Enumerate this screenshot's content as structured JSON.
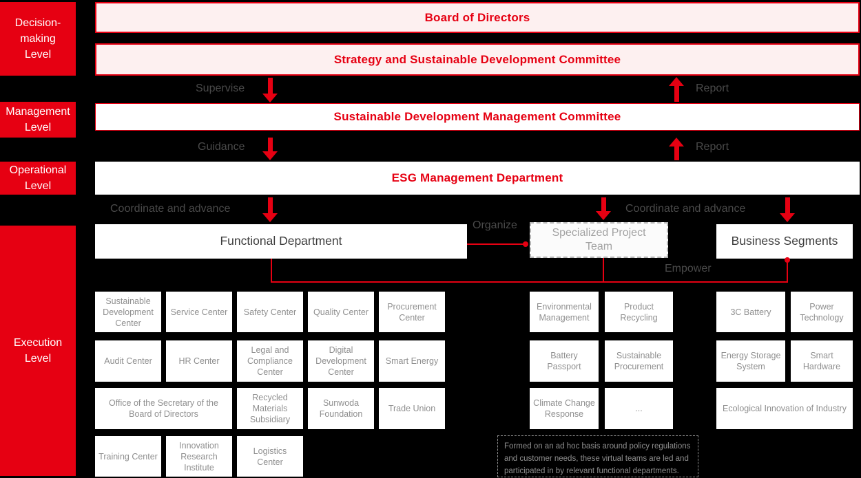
{
  "sidebar": {
    "levels": [
      {
        "label": "Decision-making Level"
      },
      {
        "label": "Management Level"
      },
      {
        "label": "Operational Level"
      },
      {
        "label": "Execution Level"
      }
    ]
  },
  "hierarchy": {
    "board": "Board of Directors",
    "strategy_committee": "Strategy and Sustainable Development Committee",
    "management_committee": "Sustainable Development Management Committee",
    "esg_department": "ESG Management Department",
    "functional_department": "Functional Department",
    "specialized_project_team": "Specialized Project Team",
    "business_segments": "Business Segments"
  },
  "flow_labels": {
    "supervise": "Supervise",
    "report_top": "Report",
    "guidance": "Guidance",
    "report_bottom": "Report",
    "coordinate_left": "Coordinate and advance",
    "organize": "Organize",
    "coordinate_right": "Coordinate and advance",
    "empower": "Empower"
  },
  "functional_units": [
    "Sustainable Development Center",
    "Service Center",
    "Safety Center",
    "Quality Center",
    "Procurement Center",
    "Audit Center",
    "HR Center",
    "Legal and Compliance Center",
    "Digital Development Center",
    "Smart Energy",
    "Office of the Secretary of the Board of Directors",
    "Recycled Materials Subsidiary",
    "Sunwoda Foundation",
    "Trade Union",
    "Training Center",
    "Innovation Research Institute",
    "Logistics Center"
  ],
  "project_teams": [
    "Environmental Management",
    "Product Recycling",
    "Battery Passport",
    "Sustainable Procurement",
    "Climate Change Response",
    "..."
  ],
  "project_team_note": "Formed on an ad hoc basis around policy regulations and customer needs, these virtual teams are led and participated in by relevant functional departments.",
  "business_units": [
    "3C Battery",
    "Power Technology",
    "Energy Storage System",
    "Smart Hardware",
    "Ecological Innovation of Industry"
  ],
  "colors": {
    "accent_red": "#e60012",
    "pink_fill": "#fdf0f0",
    "flow_label_gray": "#4a4a4a",
    "unit_text_gray": "#8f8f8f",
    "background": "#000000"
  }
}
